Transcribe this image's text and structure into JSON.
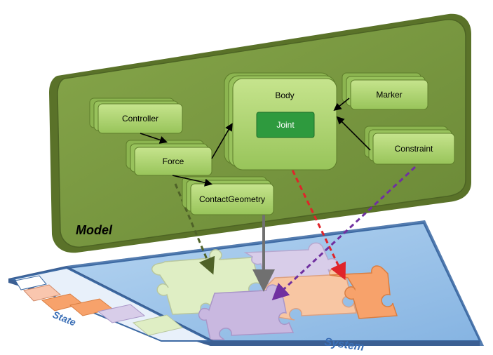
{
  "model": {
    "title": "Model",
    "components": {
      "controller": "Controller",
      "force": "Force",
      "contact_geometry": "ContactGeometry",
      "body": "Body",
      "joint": "Joint",
      "marker": "Marker",
      "constraint": "Constraint"
    }
  },
  "system": {
    "label": "System"
  },
  "state": {
    "label": "State"
  },
  "colors": {
    "model_face": "#76923c",
    "model_side": "#5a7229",
    "component_fill": "#a9d16b",
    "joint_fill": "#2e9a3e",
    "system_plane": "#9cc4e8",
    "state_bar": "#e8f0fa",
    "arrow_green": "#4f6228",
    "arrow_red": "#e0242a",
    "arrow_purple": "#7030a0",
    "arrow_gray": "#707070",
    "puzzle_light_green": "#dfeec4",
    "puzzle_lavender": "#c9b8e0",
    "puzzle_orange": "#f7a26b",
    "puzzle_peach": "#f8c6a3"
  }
}
